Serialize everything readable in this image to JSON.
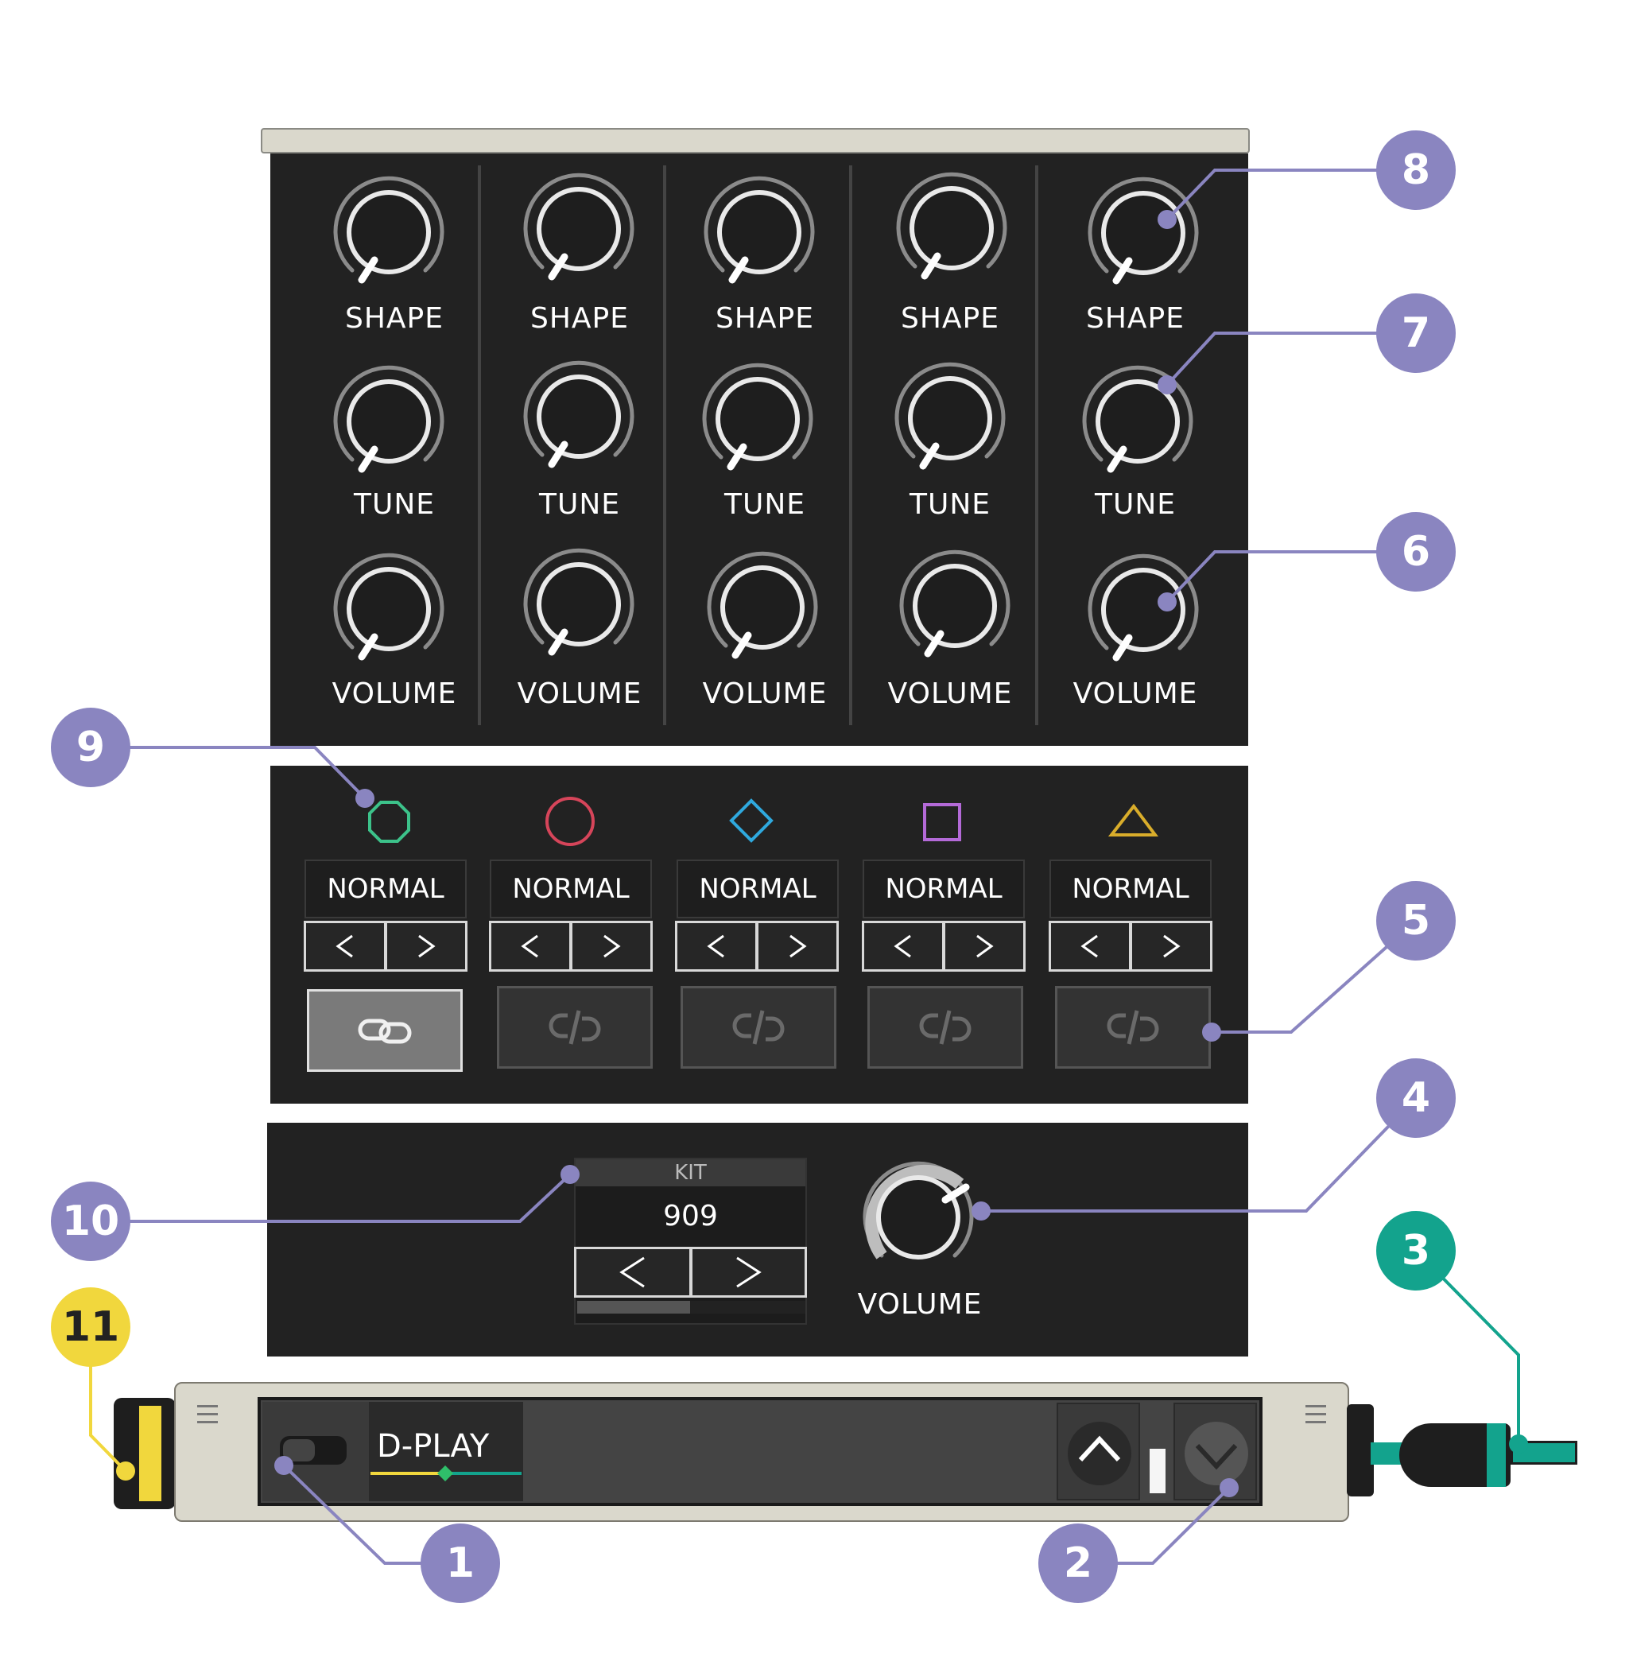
{
  "drum_channels": [
    {
      "shape_label": "SHAPE",
      "tune_label": "TUNE",
      "volume_label": "VOLUME",
      "mode": "NORMAL",
      "symbol": "octagon",
      "symbol_color": "#3cc28a",
      "link": "linked"
    },
    {
      "shape_label": "SHAPE",
      "tune_label": "TUNE",
      "volume_label": "VOLUME",
      "mode": "NORMAL",
      "symbol": "circle",
      "symbol_color": "#d6455a",
      "link": "unlinked"
    },
    {
      "shape_label": "SHAPE",
      "tune_label": "TUNE",
      "volume_label": "VOLUME",
      "mode": "NORMAL",
      "symbol": "diamond",
      "symbol_color": "#2fa9de",
      "link": "unlinked"
    },
    {
      "shape_label": "SHAPE",
      "tune_label": "TUNE",
      "volume_label": "VOLUME",
      "mode": "NORMAL",
      "symbol": "square",
      "symbol_color": "#b46ad8",
      "link": "unlinked"
    },
    {
      "shape_label": "SHAPE",
      "tune_label": "TUNE",
      "volume_label": "VOLUME",
      "mode": "NORMAL",
      "symbol": "triangle",
      "symbol_color": "#d9ad2b",
      "link": "unlinked"
    }
  ],
  "kit": {
    "header": "KIT",
    "value": "909",
    "prev_symbol": "<",
    "next_symbol": ">"
  },
  "master": {
    "volume_label": "VOLUME"
  },
  "arrows": {
    "prev": "<",
    "next": ">"
  },
  "module_bar": {
    "name": "D-PLAY",
    "menu_icon": "hamburger-icon",
    "up_icon": "chevron-up-icon",
    "down_icon": "chevron-down-icon"
  },
  "callouts": [
    "1",
    "2",
    "3",
    "4",
    "5",
    "6",
    "7",
    "8",
    "9",
    "10",
    "11"
  ],
  "colors": {
    "callout": "#8a85c0",
    "callout_teal": "#13a38d",
    "callout_yellow": "#f1d73d",
    "panel": "#222222",
    "bar": "#dad8cc"
  }
}
